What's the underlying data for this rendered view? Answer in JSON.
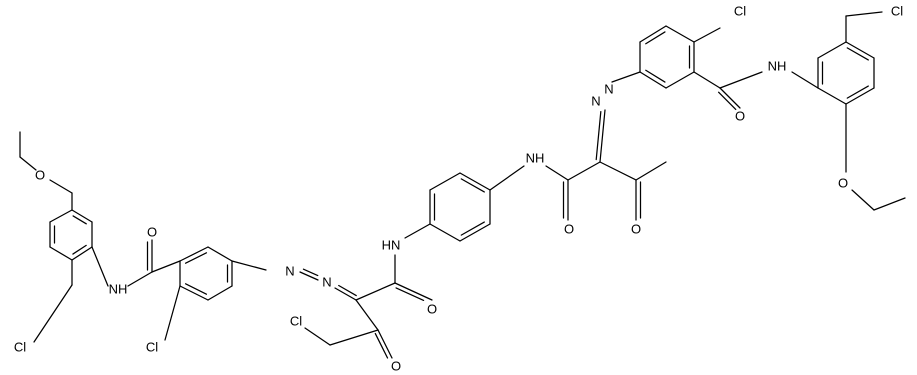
{
  "atom_labels": {
    "cl": "Cl",
    "o": "O",
    "nh": "NH",
    "hn": "HN",
    "n": "N"
  }
}
